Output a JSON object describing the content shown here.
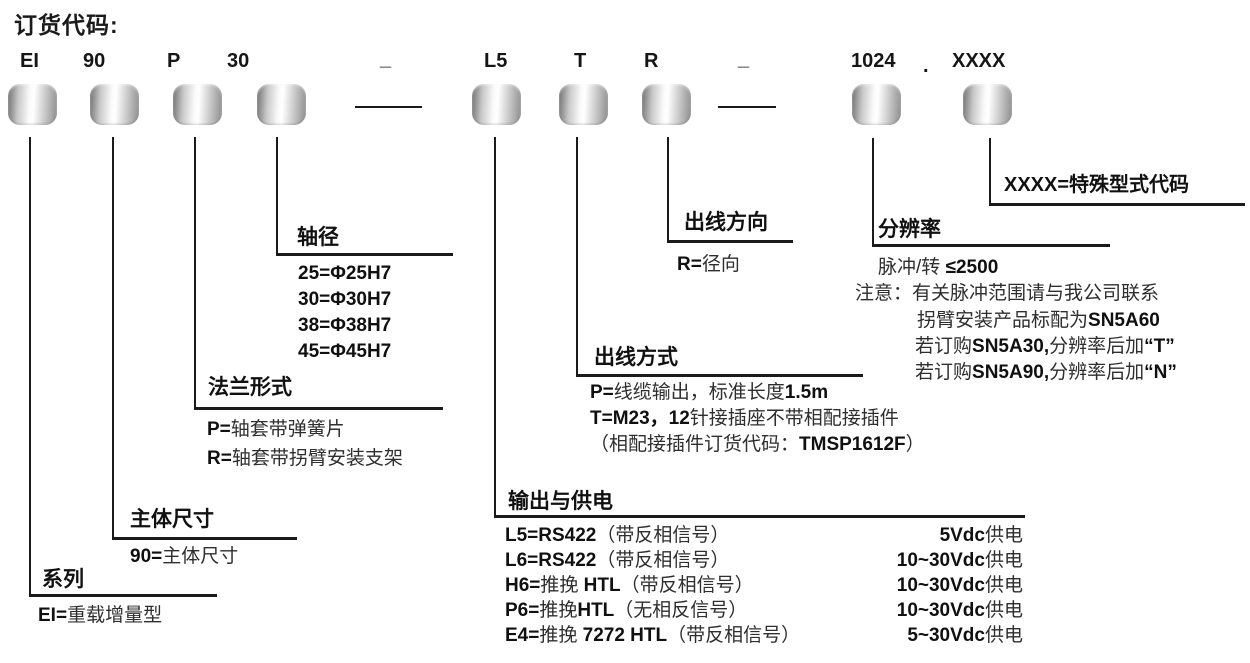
{
  "title": "订货代码:",
  "codes": [
    {
      "label": "EI"
    },
    {
      "label": "90"
    },
    {
      "label": "P"
    },
    {
      "label": "30"
    },
    {
      "label": "L5"
    },
    {
      "label": "T"
    },
    {
      "label": "R"
    },
    {
      "label": "1024"
    },
    {
      "label": "XXXX"
    }
  ],
  "separators": {
    "dash": "_",
    "dot": "."
  },
  "sections": {
    "series": {
      "heading": "系列",
      "lines": [
        [
          [
            "EI=",
            1
          ],
          [
            "重载增量型",
            0
          ]
        ]
      ]
    },
    "body_size": {
      "heading": "主体尺寸",
      "lines": [
        [
          [
            "90=",
            1
          ],
          [
            "主体尺寸",
            0
          ]
        ]
      ]
    },
    "flange_type": {
      "heading": "法兰形式",
      "lines": [
        [
          [
            "P=",
            1
          ],
          [
            "轴套带弹簧片",
            0
          ]
        ],
        [
          [
            "R=",
            1
          ],
          [
            "轴套带拐臂安装支架",
            0
          ]
        ]
      ]
    },
    "shaft_diameter": {
      "heading": "轴径",
      "lines": [
        [
          [
            "25=Φ25H7",
            1
          ]
        ],
        [
          [
            "30=Φ30H7",
            1
          ]
        ],
        [
          [
            "38=Φ38H7",
            1
          ]
        ],
        [
          [
            "45=Φ45H7",
            1
          ]
        ]
      ]
    },
    "output_power": {
      "heading": "输出与供电",
      "rows": [
        {
          "left": [
            [
              "L5=RS422",
              1
            ],
            [
              "（带反相信号）",
              0
            ]
          ],
          "right": [
            [
              "5Vdc",
              1
            ],
            [
              "供电",
              0
            ]
          ]
        },
        {
          "left": [
            [
              "L6=RS422",
              1
            ],
            [
              "（带反相信号）",
              0
            ]
          ],
          "right": [
            [
              "10~30Vdc",
              1
            ],
            [
              "供电",
              0
            ]
          ]
        },
        {
          "left": [
            [
              "H6=",
              1
            ],
            [
              "推挽 ",
              0
            ],
            [
              "HTL",
              1
            ],
            [
              "（带反相信号）",
              0
            ]
          ],
          "right": [
            [
              "10~30Vdc",
              1
            ],
            [
              "供电",
              0
            ]
          ]
        },
        {
          "left": [
            [
              "P6=",
              1
            ],
            [
              "推挽",
              0
            ],
            [
              "HTL",
              1
            ],
            [
              "（无相反信号）",
              0
            ]
          ],
          "right": [
            [
              "10~30Vdc",
              1
            ],
            [
              "供电",
              0
            ]
          ]
        },
        {
          "left": [
            [
              "E4=",
              1
            ],
            [
              "推挽 ",
              0
            ],
            [
              "7272 HTL",
              1
            ],
            [
              "（带反相信号）",
              0
            ]
          ],
          "right": [
            [
              "5~30Vdc",
              1
            ],
            [
              "供电",
              0
            ]
          ]
        }
      ]
    },
    "outlet_method": {
      "heading": "出线方式",
      "lines": [
        [
          [
            "P=",
            1
          ],
          [
            "线缆输出，标准长度",
            0
          ],
          [
            "1.5m",
            1
          ]
        ],
        [
          [
            "T=M23，12",
            1
          ],
          [
            "针接插座不带相配接插件",
            0
          ]
        ],
        [
          [
            "（相配接插件订货代码：",
            0
          ],
          [
            "TMSP1612F",
            1
          ],
          [
            "）",
            0
          ]
        ]
      ]
    },
    "outlet_direction": {
      "heading": "出线方向",
      "lines": [
        [
          [
            "R=",
            1
          ],
          [
            "径向",
            0
          ]
        ]
      ]
    },
    "resolution": {
      "heading": "分辨率",
      "lines": [
        [
          [
            "脉冲/转 ",
            0
          ],
          [
            "≤2500",
            1
          ]
        ],
        [
          [
            "注意：有关脉冲范围请与我公司联系",
            0
          ]
        ],
        [
          [
            "拐臂安装产品标配为",
            0
          ],
          [
            "SN5A60",
            1
          ]
        ],
        [
          [
            "若订购",
            0
          ],
          [
            "SN5A30,",
            1
          ],
          [
            "分辨率后加",
            0
          ],
          [
            "“T”",
            1
          ]
        ],
        [
          [
            "若订购",
            0
          ],
          [
            "SN5A90,",
            1
          ],
          [
            "分辨率后加",
            0
          ],
          [
            "“N”",
            1
          ]
        ]
      ]
    },
    "special_code": {
      "label": "XXXX=特殊型式代码"
    }
  }
}
